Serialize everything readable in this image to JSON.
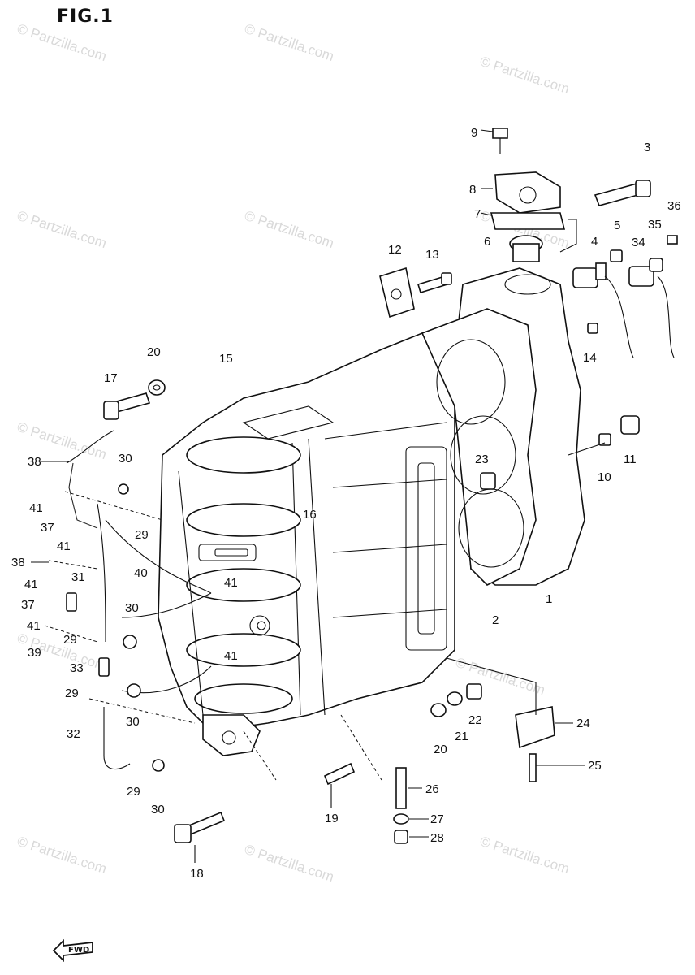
{
  "figure": {
    "title": "FIG.1"
  },
  "watermark": {
    "text": "© Partzilla.com"
  },
  "forward_marker": {
    "text": "FWD"
  },
  "diagram_data": {
    "callouts": [
      {
        "id": "c9",
        "label": "9"
      },
      {
        "id": "c3",
        "label": "3"
      },
      {
        "id": "c8",
        "label": "8"
      },
      {
        "id": "c7",
        "label": "7"
      },
      {
        "id": "c6",
        "label": "6"
      },
      {
        "id": "c5",
        "label": "5"
      },
      {
        "id": "c4",
        "label": "4"
      },
      {
        "id": "c34",
        "label": "34"
      },
      {
        "id": "c35",
        "label": "35"
      },
      {
        "id": "c36",
        "label": "36"
      },
      {
        "id": "c12",
        "label": "12"
      },
      {
        "id": "c13",
        "label": "13"
      },
      {
        "id": "c14",
        "label": "14"
      },
      {
        "id": "c11",
        "label": "11"
      },
      {
        "id": "c10",
        "label": "10"
      },
      {
        "id": "c23",
        "label": "23"
      },
      {
        "id": "c1",
        "label": "1"
      },
      {
        "id": "c2",
        "label": "2"
      },
      {
        "id": "c15",
        "label": "15"
      },
      {
        "id": "c16",
        "label": "16"
      },
      {
        "id": "c17",
        "label": "17"
      },
      {
        "id": "c20a",
        "label": "20"
      },
      {
        "id": "c38a",
        "label": "38"
      },
      {
        "id": "c30a",
        "label": "30"
      },
      {
        "id": "c41a",
        "label": "41"
      },
      {
        "id": "c37a",
        "label": "37"
      },
      {
        "id": "c29a",
        "label": "29"
      },
      {
        "id": "c41b",
        "label": "41"
      },
      {
        "id": "c38b",
        "label": "38"
      },
      {
        "id": "c41c",
        "label": "41"
      },
      {
        "id": "c31",
        "label": "31"
      },
      {
        "id": "c40",
        "label": "40"
      },
      {
        "id": "c41d",
        "label": "41"
      },
      {
        "id": "c37b",
        "label": "37"
      },
      {
        "id": "c30b",
        "label": "30"
      },
      {
        "id": "c41e",
        "label": "41"
      },
      {
        "id": "c29b",
        "label": "29"
      },
      {
        "id": "c39",
        "label": "39"
      },
      {
        "id": "c41f",
        "label": "41"
      },
      {
        "id": "c33",
        "label": "33"
      },
      {
        "id": "c29c",
        "label": "29"
      },
      {
        "id": "c30c",
        "label": "30"
      },
      {
        "id": "c32",
        "label": "32"
      },
      {
        "id": "c29d",
        "label": "29"
      },
      {
        "id": "c30d",
        "label": "30"
      },
      {
        "id": "c18",
        "label": "18"
      },
      {
        "id": "c19",
        "label": "19"
      },
      {
        "id": "c20b",
        "label": "20"
      },
      {
        "id": "c21",
        "label": "21"
      },
      {
        "id": "c22",
        "label": "22"
      },
      {
        "id": "c24",
        "label": "24"
      },
      {
        "id": "c25",
        "label": "25"
      },
      {
        "id": "c26",
        "label": "26"
      },
      {
        "id": "c27",
        "label": "27"
      },
      {
        "id": "c28",
        "label": "28"
      }
    ]
  }
}
